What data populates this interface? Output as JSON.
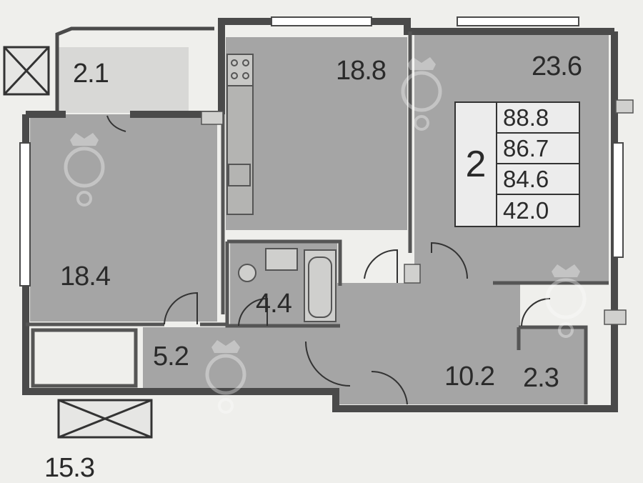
{
  "rooms": {
    "balcony": "2.1",
    "kitchen": "18.8",
    "bedroom": "23.6",
    "living_room": "18.4",
    "bathroom": "4.4",
    "hall": "5.2",
    "corridor": "10.2",
    "wc": "2.3",
    "neighbor": "15.3"
  },
  "legend": {
    "room_count": "2",
    "areas": [
      "88.8",
      "86.7",
      "84.6",
      "42.0"
    ]
  },
  "colors": {
    "room_fill": "#a5a5a5",
    "wall": "#4a4a4a",
    "paper": "#efefec"
  },
  "watermark_icon": "lion-crest-icon"
}
